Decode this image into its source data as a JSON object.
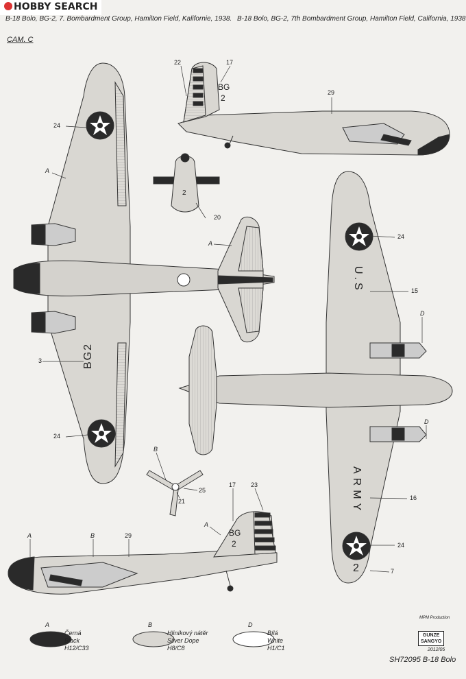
{
  "watermark": {
    "text": "HOBBY SEARCH"
  },
  "header": {
    "left": "B-18 Bolo, BG-2, 7. Bombardment Group, Hamilton Field, Kalifornie, 1938.",
    "right": "B-18 Bolo, BG-2, 7th Bombardment Group, Hamilton Field, California, 1938."
  },
  "camo_label": "CAM. C",
  "markings": {
    "bg2_vertical": "BG2",
    "bg_tail": "BG",
    "num_2": "2",
    "us": "U.S",
    "army": "ARMY",
    "army_2": "2"
  },
  "callouts": {
    "c22": "22",
    "c17a": "17",
    "c29a": "29",
    "c24a": "24",
    "cA1": "A",
    "c20": "20",
    "cA2": "A",
    "c24b": "24",
    "c15": "15",
    "cD1": "D",
    "c3": "3",
    "c24c": "24",
    "cB1": "B",
    "c25": "25",
    "c21": "21",
    "c17b": "17",
    "c23": "23",
    "cA3": "A",
    "c16": "16",
    "cA4": "A",
    "cB2": "B",
    "c29b": "29",
    "c24d": "24",
    "c7": "7",
    "cD2": "D"
  },
  "legend": [
    {
      "letter": "A",
      "cz": "Černá",
      "en": "Black",
      "code": "H12/C33",
      "color": "#2a2a2a"
    },
    {
      "letter": "B",
      "cz": "Hliníkový nátěr",
      "en": "Silver Dope",
      "code": "H8/C8",
      "color": "#d9d7d2"
    },
    {
      "letter": "D",
      "cz": "Bílá",
      "en": "White",
      "code": "H1/C1",
      "color": "#ffffff"
    }
  ],
  "brand": {
    "mpm": "MPM Production",
    "gunze_line1": "GUNZE",
    "gunze_line2": "SANGYO"
  },
  "footer": {
    "date": "2012/05",
    "code": "SH72095 B-18 Bolo"
  }
}
